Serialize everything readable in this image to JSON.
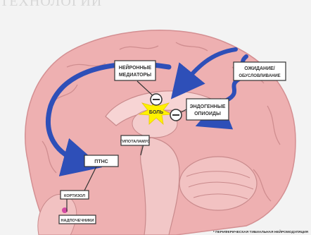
{
  "heading": "ТЕХНОЛОГИИ",
  "labels": {
    "neuromediators_line1": "НЕЙРОННЫЕ",
    "neuromediators_line2": "МЕДИАТОРЫ",
    "expectation_line1": "ОЖИДАНИЕ/",
    "expectation_line2": "ОБУСЛОВЛИВАНИЕ",
    "pain": "БОЛЬ",
    "endogenous_line1": "ЭНДОГЕННЫЕ",
    "endogenous_line2": "ОПИОИДЫ",
    "hypothalamus": "ГИПОТАЛАМУС",
    "ptns": "ПТНС",
    "cortisol": "КОРТИЗОЛ",
    "adrenal": "НАДПОЧЕЧНИКИ",
    "footnote": "* ПЕРИФЕРИЧЕСКАЯ ТИБИАЛЬНАЯ НЕЙРОМОДУЛЯЦИЯ"
  },
  "colors": {
    "background": "#f3f3f3",
    "brain": "#eeb0b1",
    "arrow": "#2e4fb8",
    "pain_burst": "#fff200"
  },
  "icons": {
    "inhibit_markers": "minus-circle-icon"
  }
}
